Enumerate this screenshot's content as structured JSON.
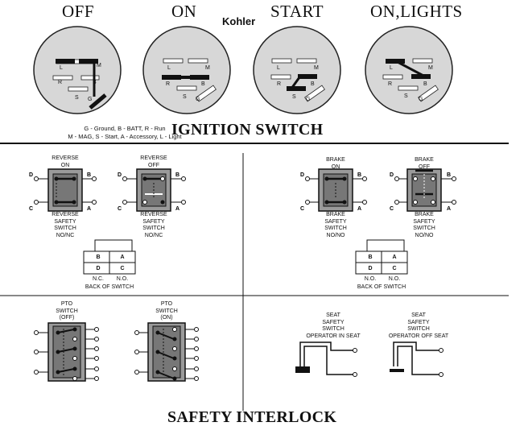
{
  "ignition": {
    "positions": [
      "OFF",
      "ON",
      "START",
      "ON,LIGHTS"
    ],
    "brand": "Kohler",
    "legend_line1": "G - Ground, B - BATT, R - Run",
    "legend_line2": "M - MAG, S - Start, A - Accessory, L - Light",
    "title": "IGNITION SWITCH",
    "terminals": [
      "L",
      "M",
      "R",
      "B",
      "S",
      "G"
    ]
  },
  "reverse": {
    "on_label": [
      "REVERSE",
      "ON"
    ],
    "off_label": [
      "REVERSE",
      "OFF"
    ],
    "caption": [
      "REVERSE",
      "SAFETY",
      "SWITCH",
      "NO/NC"
    ],
    "terminals": [
      "D",
      "B",
      "C",
      "A"
    ],
    "back_grid": [
      "B",
      "A",
      "D",
      "C"
    ],
    "back_legend": [
      "N.C.",
      "N.O."
    ],
    "back_caption": "BACK OF SWITCH"
  },
  "brake": {
    "on_label": [
      "BRAKE",
      "ON"
    ],
    "off_label": [
      "BRAKE",
      "OFF"
    ],
    "caption": [
      "BRAKE",
      "SAFETY",
      "SWITCH",
      "NO/NO"
    ],
    "terminals": [
      "D",
      "B",
      "C",
      "A"
    ],
    "back_grid": [
      "B",
      "A",
      "D",
      "C"
    ],
    "back_legend": [
      "N.O.",
      "N.O."
    ],
    "back_caption": "BACK OF SWITCH"
  },
  "pto": {
    "off_label": [
      "PTO",
      "SWITCH",
      "(OFF)"
    ],
    "on_label": [
      "PTO",
      "SWITCH",
      "(ON)"
    ]
  },
  "seat": {
    "in_label": [
      "SEAT",
      "SAFETY",
      "SWITCH",
      "OPERATOR IN SEAT"
    ],
    "off_label": [
      "SEAT",
      "SAFETY",
      "SWITCH",
      "OPERATOR OFF SEAT"
    ]
  },
  "footer_title": "SAFETY INTERLOCK"
}
